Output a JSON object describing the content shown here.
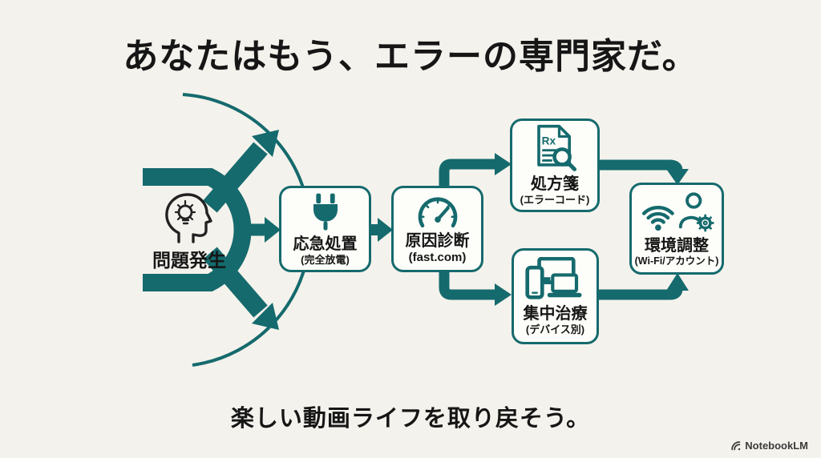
{
  "title": "あなたはもう、エラーの専門家だ。",
  "tagline": "楽しい動画ライフを取り戻そう。",
  "watermark": "NotebookLM",
  "colors": {
    "teal": "#156a6d",
    "background": "#f4f2ec",
    "box_background": "#fdfdf9",
    "text": "#161616"
  },
  "diagram": {
    "source": {
      "label": "問題発生",
      "icon": "head-lightbulb-icon"
    },
    "nodes": [
      {
        "label": "応急処置",
        "sublabel": "(完全放電)",
        "icon": "power-plug-icon"
      },
      {
        "label": "原因診断",
        "sublabel": "(fast.com)",
        "icon": "speedometer-icon"
      },
      {
        "label": "処方箋",
        "sublabel": "(エラーコード)",
        "icon": "prescription-magnifier-icon"
      },
      {
        "label": "集中治療",
        "sublabel": "(デバイス別)",
        "icon": "devices-icon"
      },
      {
        "label": "環境調整",
        "sublabel": "(Wi-Fi/アカウント)",
        "icon": "wifi-account-icon"
      }
    ]
  }
}
